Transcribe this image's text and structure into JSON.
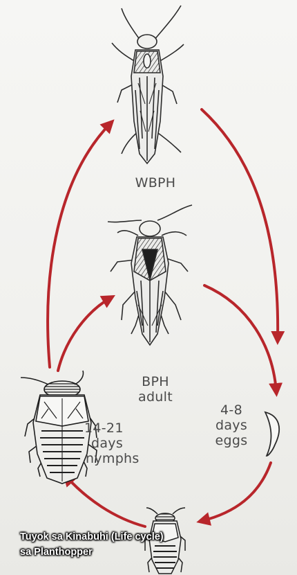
{
  "labels": {
    "wbph": "WBPH",
    "bph_line1": "BPH",
    "bph_line2": "adult",
    "nymph_line1": "14-21",
    "nymph_line2": "days",
    "nymph_line3": "nymphs",
    "egg_line1": "4-8",
    "egg_line2": "days",
    "egg_line3": "eggs"
  },
  "caption": {
    "line1": "Tuyok sa Kinabuhi (Life cycle)",
    "line2": "sa Planthopper"
  },
  "colors": {
    "arrow": "#b8262b",
    "insect_ink": "#2b2b2b",
    "background": "#f3f3f0"
  },
  "icons": [
    "wbph-adult-insect",
    "bph-adult-insect",
    "nymph-insect",
    "egg-icon",
    "small-nymph-insect"
  ]
}
